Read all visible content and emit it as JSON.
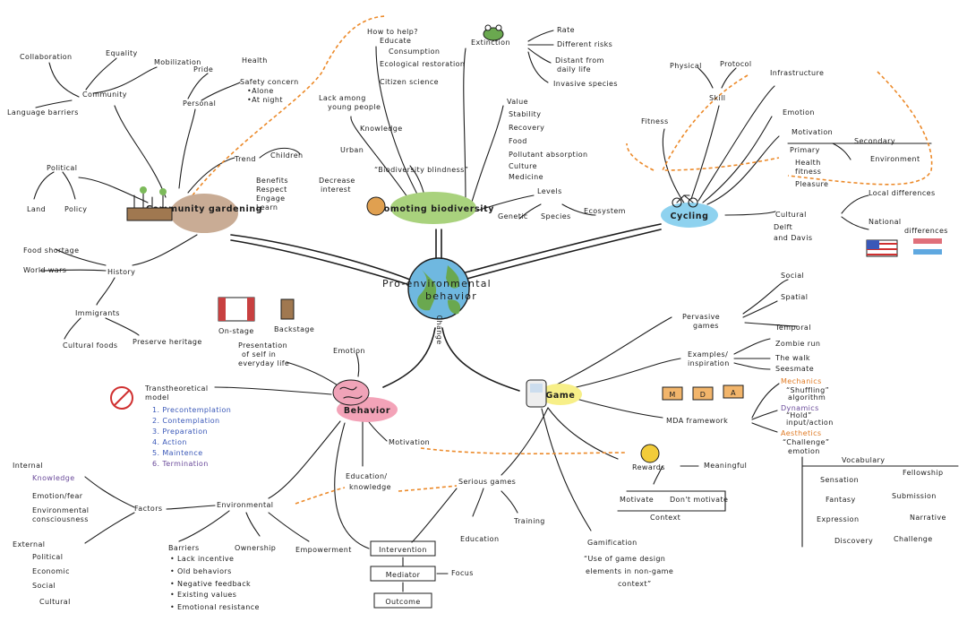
{
  "center": {
    "line1": "Pro-environmental",
    "line2": "behavior"
  },
  "hubs": {
    "community_gardening": "Community gardening",
    "promoting_biodiversity": "Promoting biodiversity",
    "cycling": "Cycling",
    "behavior": "Behavior",
    "game": "Game"
  },
  "community": {
    "community": "Community",
    "collaboration": "Collaboration",
    "equality": "Equality",
    "mobilization": "Mobilization",
    "language_barriers": "Language barriers",
    "personal": "Personal",
    "pride": "Pride",
    "health": "Health",
    "safety_concern": "Safety concern",
    "alone": "•Alone",
    "at_night": "•At night",
    "political": "Political",
    "land": "Land",
    "policy": "Policy",
    "trend": "Trend",
    "children": "Children",
    "benefits": "Benefits",
    "respect": "Respect",
    "engage": "Engage",
    "learn": "Learn",
    "decrease": "Decrease",
    "interest": "interest"
  },
  "history": {
    "history": "History",
    "food_shortage": "Food shortage",
    "world_wars": "World wars",
    "immigrants": "Immigrants",
    "cultural_foods": "Cultural foods",
    "preserve_heritage": "Preserve heritage"
  },
  "biodiversity": {
    "how_to_help": "How to help?",
    "educate": "Educate",
    "consumption": "Consumption",
    "ecological_restoration": "Ecological restoration",
    "citizen_science": "Citizen science",
    "lack_among": "Lack among",
    "young_people": "young people",
    "knowledge": "Knowledge",
    "urban": "Urban",
    "blindness": "“Biodiversity blindness”",
    "extinction": "Extinction",
    "rate": "Rate",
    "different_risks": "Different risks",
    "distant_from": "Distant from",
    "daily_life": "daily life",
    "invasive_species": "Invasive species",
    "value": "Value",
    "value_items": [
      "Stability",
      "Recovery",
      "Food",
      "Pollutant absorption",
      "Culture",
      "Medicine"
    ],
    "levels": "Levels",
    "genetic": "Genetic",
    "species": "Species",
    "ecosystem": "Ecosystem"
  },
  "cycling": {
    "fitness": "Fitness",
    "skill": "Skill",
    "physical": "Physical",
    "protocol": "Protocol",
    "infrastructure": "Infrastructure",
    "emotion": "Emotion",
    "motivation": "Motivation",
    "primary": "Primary",
    "secondary": "Secondary",
    "health_fitness_1": "Health",
    "health_fitness_2": "fitness",
    "environment": "Environment",
    "pleasure": "Pleasure",
    "cultural": "Cultural",
    "local_differences": "Local differences",
    "national": "National",
    "differences": "differences",
    "delft_and_davis_1": "Delft",
    "delft_and_davis_2": "and Davis"
  },
  "behavior": {
    "presentation_1": "Presentation",
    "presentation_2": "of self in",
    "presentation_3": "everyday life",
    "on_stage": "On-stage",
    "backstage": "Backstage",
    "emotion": "Emotion",
    "transtheoretical_1": "Transtheoretical",
    "transtheoretical_2": "model",
    "stages": [
      "1. Precontemplation",
      "2. Contemplation",
      "3. Preparation",
      "4. Action",
      "5. Maintence",
      "6. Termination"
    ],
    "motivation": "Motivation",
    "education_knowledge_1": "Education/",
    "education_knowledge_2": "knowledge",
    "factors": "Factors",
    "environmental": "Environmental",
    "internal": "Internal",
    "knowledge": "Knowledge",
    "emotion_fear": "Emotion/fear",
    "environmental_consciousness_1": "Environmental",
    "environmental_consciousness_2": "consciousness",
    "external": "External",
    "political": "Political",
    "economic": "Economic",
    "social": "Social",
    "cultural": "Cultural",
    "barriers": "Barriers",
    "barrier_items": [
      "• Lack incentive",
      "• Old behaviors",
      "• Negative feedback",
      "• Existing values",
      "• Emotional resistance"
    ],
    "ownership": "Ownership",
    "empowerment": "Empowerment",
    "intervention": "Intervention",
    "mediator": "Mediator",
    "focus": "Focus",
    "outcome": "Outcome"
  },
  "game": {
    "pervasive_1": "Pervasive",
    "pervasive_2": "games",
    "social": "Social",
    "spatial": "Spatial",
    "temporal": "Temporal",
    "examples_1": "Examples/",
    "examples_2": "inspiration",
    "zombie_run": "Zombie run",
    "the_walk": "The walk",
    "seesmate": "Seesmate",
    "mda_letters": [
      "M",
      "D",
      "A"
    ],
    "mda_framework": "MDA framework",
    "mechanics": "Mechanics",
    "mechanics_note_1": "“Shuffling”",
    "mechanics_note_2": "algorithm",
    "dynamics": "Dynamics",
    "dynamics_note_1": "“Hold”",
    "dynamics_note_2": "input/action",
    "aesthetics": "Aesthetics",
    "aesthetics_note_1": "“Challenge”",
    "aesthetics_note_2": "emotion",
    "vocabulary": "Vocabulary",
    "vocab": [
      "Sensation",
      "Fellowship",
      "Fantasy",
      "Submission",
      "Expression",
      "Narrative",
      "Discovery",
      "Challenge"
    ],
    "rewards": "Rewards",
    "meaningful": "Meaningful",
    "motivate": "Motivate",
    "dont_motivate": "Don't motivate",
    "context": "Context",
    "serious_games": "Serious games",
    "education": "Education",
    "training": "Training",
    "gamification": "Gamification",
    "gamification_def_1": "“Use of game design",
    "gamification_def_2": "elements in non-game",
    "gamification_def_3": "context”",
    "change_label": "Change"
  },
  "colors": {
    "ink": "#1d1d1d",
    "dashed_link": "#ec8a2a",
    "community_gardening": "#c9ac95",
    "promoting_biodiversity": "#a9d27d",
    "cycling": "#8ed2ef",
    "behavior": "#f3a3b8",
    "game": "#f7ef88",
    "mechanics": "#e07a23",
    "dynamics": "#6a4a9a",
    "stage_numbers": "#3a58b8"
  }
}
